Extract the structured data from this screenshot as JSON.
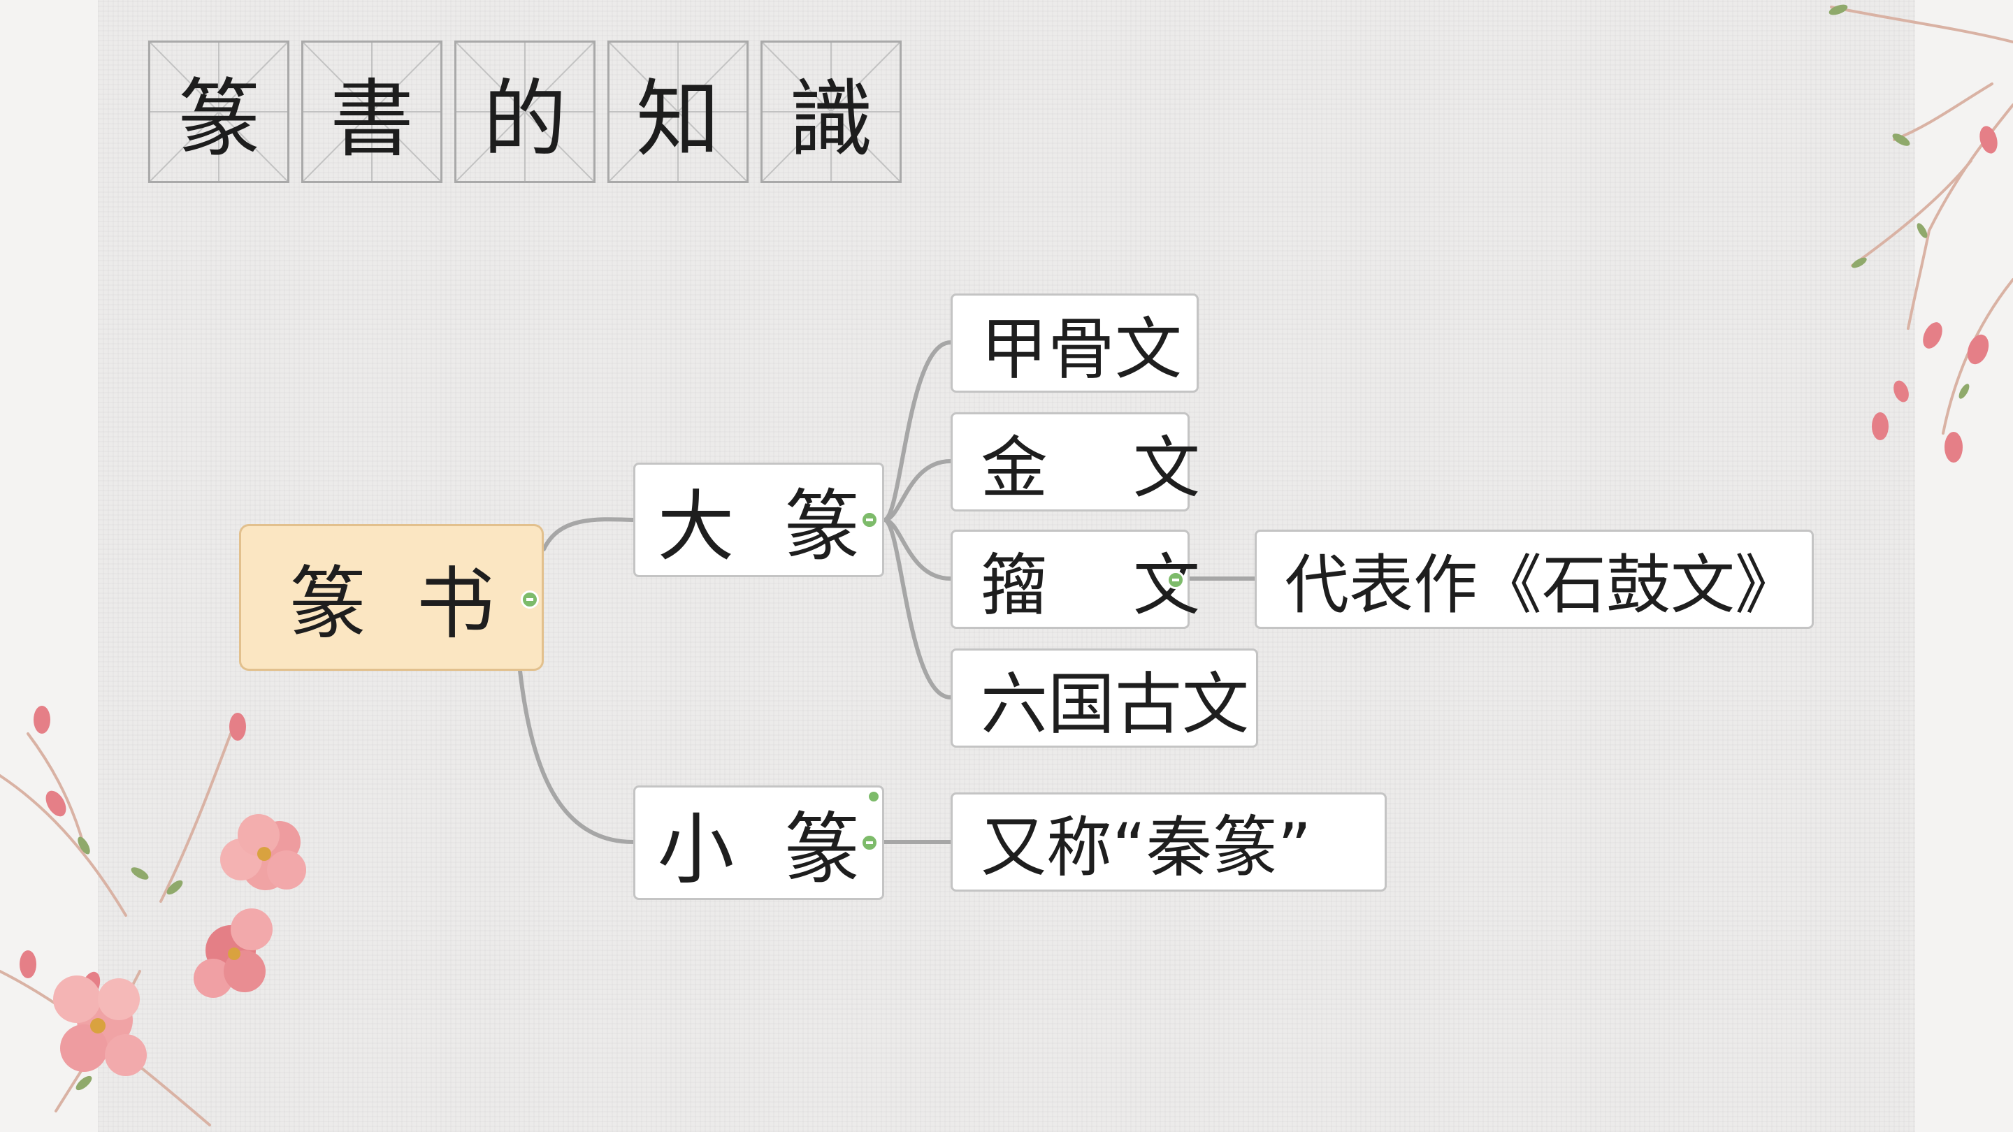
{
  "title_chars": [
    "篆",
    "書",
    "的",
    "知",
    "識"
  ],
  "mindmap": {
    "root": {
      "label": "篆  书"
    },
    "branches": [
      {
        "label": "大  篆",
        "children": [
          {
            "label": "甲骨文"
          },
          {
            "label": "金    文"
          },
          {
            "label": "籀    文",
            "children": [
              {
                "label": "代表作《石鼓文》"
              }
            ]
          },
          {
            "label": "六国古文"
          }
        ]
      },
      {
        "label": "小  篆",
        "children": [
          {
            "label": "又称“秦篆”"
          }
        ]
      }
    ]
  },
  "colors": {
    "root_fill": "#fbe6c2",
    "root_border": "#e2c08d",
    "node_border": "#c4c4c4",
    "connector": "#a6a6a6",
    "toggle_dot": "#7dbb6a",
    "blossom": "#e78e92"
  }
}
